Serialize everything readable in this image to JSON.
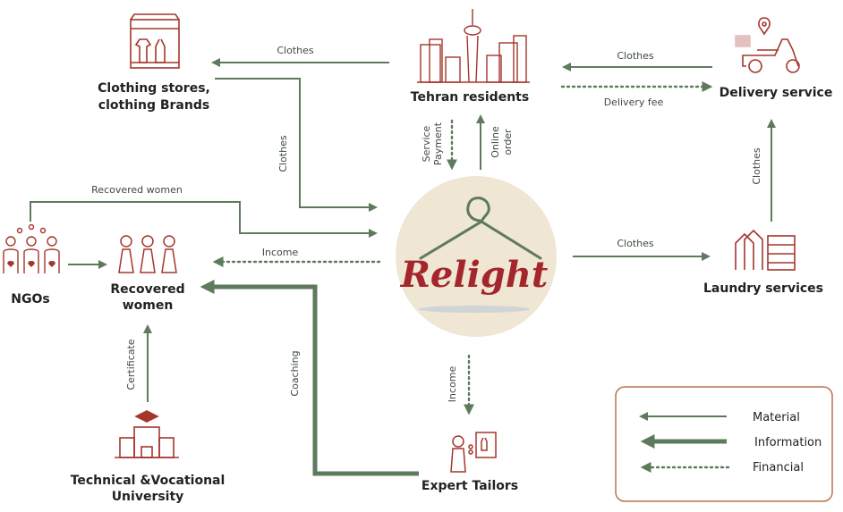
{
  "colors": {
    "accent": "#a4362c",
    "arrow": "#5e7a5c",
    "circle": "#efe6d3",
    "legend_border": "#b87354"
  },
  "nodes": {
    "clothing_stores": {
      "line1": "Clothing stores,",
      "line2": "clothing Brands",
      "icon": "storefront-icon"
    },
    "tehran_residents": {
      "line1": "Tehran residents",
      "icon": "city-skyline-icon"
    },
    "delivery_service": {
      "line1": "Delivery service",
      "icon": "scooter-icon"
    },
    "ngos": {
      "line1": "NGOs",
      "icon": "people-hearts-icon"
    },
    "recovered_women": {
      "line1": "Recovered",
      "line2": "women",
      "icon": "women-group-icon"
    },
    "laundry_services": {
      "line1": "Laundry services",
      "icon": "building-icon"
    },
    "university": {
      "line1": "Technical &Vocational",
      "line2": "University",
      "icon": "university-icon"
    },
    "expert_tailors": {
      "line1": "Expert Tailors",
      "icon": "tailor-icon"
    },
    "relight": {
      "logo": "Relight",
      "icon": "hanger-icon"
    }
  },
  "edges": {
    "residents_to_stores": "Clothes",
    "stores_to_relight": "Clothes",
    "delivery_to_residents": "Clothes",
    "residents_to_delivery": "Delivery fee",
    "residents_service_payment_1": "Service",
    "residents_service_payment_2": "Payment",
    "relight_online_order_1": "Online",
    "relight_online_order_2": "order",
    "ngo_recovered_women": "Recovered women",
    "relight_income_women": "Income",
    "relight_to_laundry": "Clothes",
    "laundry_to_delivery": "Clothes",
    "university_certificate": "Certificate",
    "tailors_coaching": "Coaching",
    "relight_income_tailors": "Income"
  },
  "legend": {
    "material": "Material",
    "information": "Information",
    "financial": "Financial"
  }
}
